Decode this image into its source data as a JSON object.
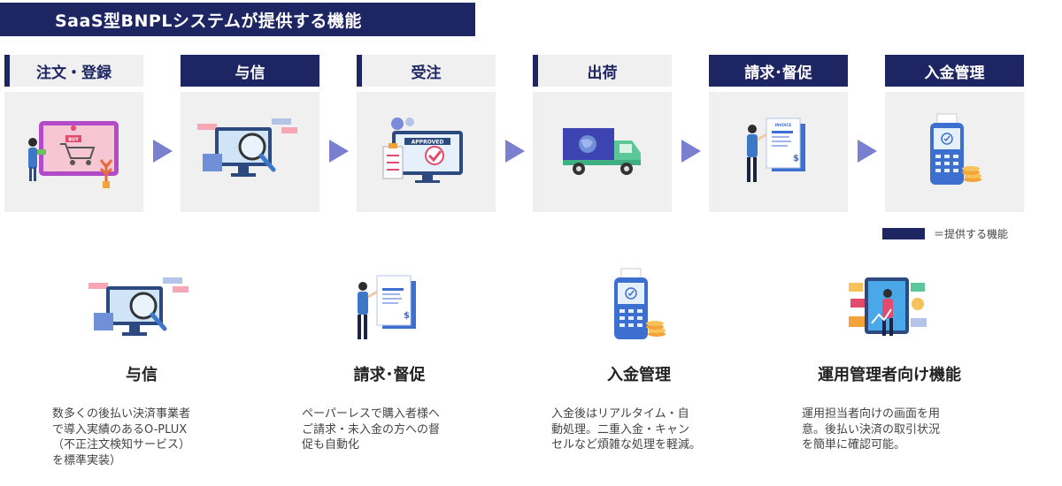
{
  "title": "SaaS型BNPLシステムが提供する機能",
  "steps": [
    {
      "label": "注文・登録",
      "active": false,
      "icon": "shopping-cart-icon"
    },
    {
      "label": "与信",
      "active": true,
      "icon": "monitor-magnifier-icon"
    },
    {
      "label": "受注",
      "active": false,
      "icon": "approved-monitor-icon"
    },
    {
      "label": "出荷",
      "active": false,
      "icon": "delivery-truck-icon"
    },
    {
      "label": "請求･督促",
      "active": true,
      "icon": "invoice-icon"
    },
    {
      "label": "入金管理",
      "active": true,
      "icon": "payment-terminal-icon"
    }
  ],
  "approved_text": "APPROVED",
  "buy_text": "BUY",
  "invoice_text": "INVOICE",
  "legend": {
    "text": "＝提供する機能",
    "color": "#1d2563"
  },
  "features": [
    {
      "title": "与信",
      "desc": [
        "数多くの後払い決済事業者",
        "で導入実績のあるO-PLUX",
        "（不正注文検知サービス）",
        "を標準実装）"
      ],
      "icon": "monitor-magnifier-icon"
    },
    {
      "title": "請求･督促",
      "desc": [
        "ペーパーレスで購入者様へ",
        "ご請求・未入金の方への督",
        "促も自動化"
      ],
      "icon": "invoice-icon"
    },
    {
      "title": "入金管理",
      "desc": [
        "入金後はリアルタイム・自",
        "動処理。二重入金・キャン",
        "セルなど煩雑な処理を軽減。"
      ],
      "icon": "payment-terminal-icon"
    },
    {
      "title": "運用管理者向け機能",
      "desc": [
        "運用担当者向けの画面を用",
        "意。後払い決済の取引状況",
        "を簡単に確認可能。"
      ],
      "icon": "admin-dashboard-icon"
    }
  ],
  "colors": {
    "navy": "#1d2563",
    "arrow": "#7b7fd0",
    "panel": "#f0f0f0"
  }
}
